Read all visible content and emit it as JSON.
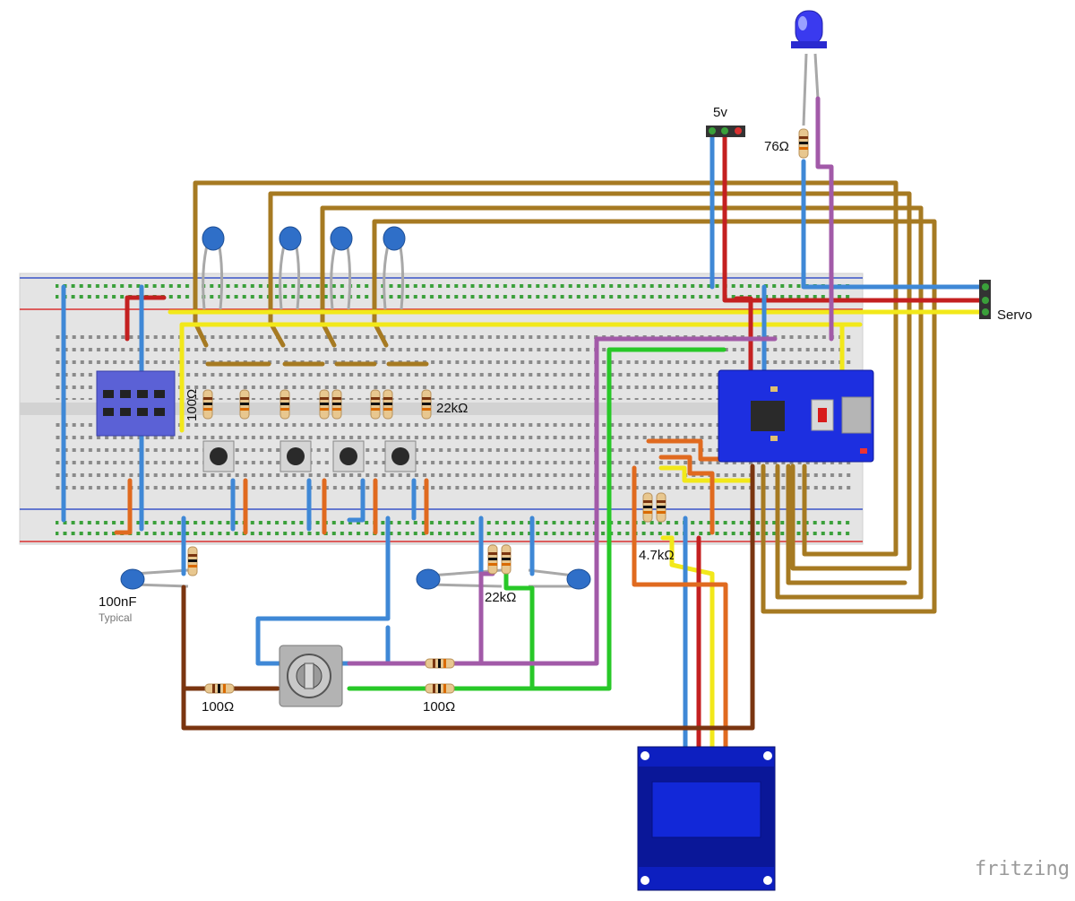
{
  "labels": {
    "power": "5v",
    "led_resistor": "76Ω",
    "servo": "Servo",
    "r_100_top": "100Ω",
    "r_22k_top": "22kΩ",
    "cap_100nf": "100nF",
    "cap_typical": "Typical",
    "r_100_bl": "100Ω",
    "r_100_bm": "100Ω",
    "r_22k_bot": "22kΩ",
    "r_4k7": "4.7kΩ",
    "brand": "fritzing"
  },
  "colors": {
    "board": "#e4e4e4",
    "rail_red": "#d93030",
    "rail_blue": "#3a55c8",
    "wire_brown": "#a67a22",
    "wire_dark_brown": "#7a3510",
    "wire_blue": "#3f88d6",
    "wire_red": "#c42020",
    "wire_yellow": "#f2e81a",
    "wire_green": "#28c828",
    "wire_purple": "#a25aa8",
    "wire_orange": "#e06a1f",
    "wire_grey": "#a8a8a8",
    "mcu_blue": "#1d2fe0",
    "oled_blue": "#0d1fc0"
  },
  "components": [
    "breadboard",
    "mcu-board",
    "oled-display",
    "rotary-encoder",
    "push-button",
    "ceramic-capacitor",
    "resistor",
    "led",
    "header"
  ]
}
